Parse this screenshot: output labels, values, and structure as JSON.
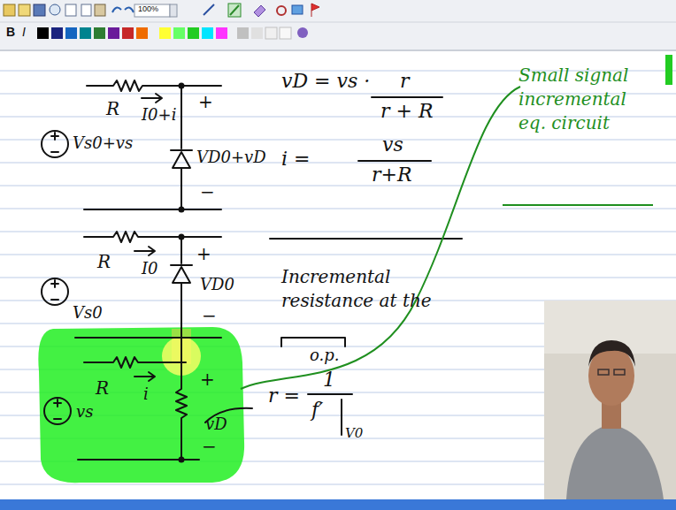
{
  "diagram": {
    "labels": [
      "100%",
      "B",
      "I",
      "R",
      "I0+i",
      "+",
      "VD0+vD",
      "−",
      "Vs0+vs",
      "R",
      "I0",
      "+",
      "VD0",
      "−",
      "Vs0",
      "R",
      "i",
      "+",
      "vD",
      "−",
      "vs",
      "vD = vs ·",
      "r",
      "r + R",
      "i =",
      "vs",
      "r+R",
      "Incremental resistance at the",
      "o.p.",
      "r =",
      "1",
      "f′",
      "V0",
      "Small signal incremental eq. circuit"
    ]
  }
}
